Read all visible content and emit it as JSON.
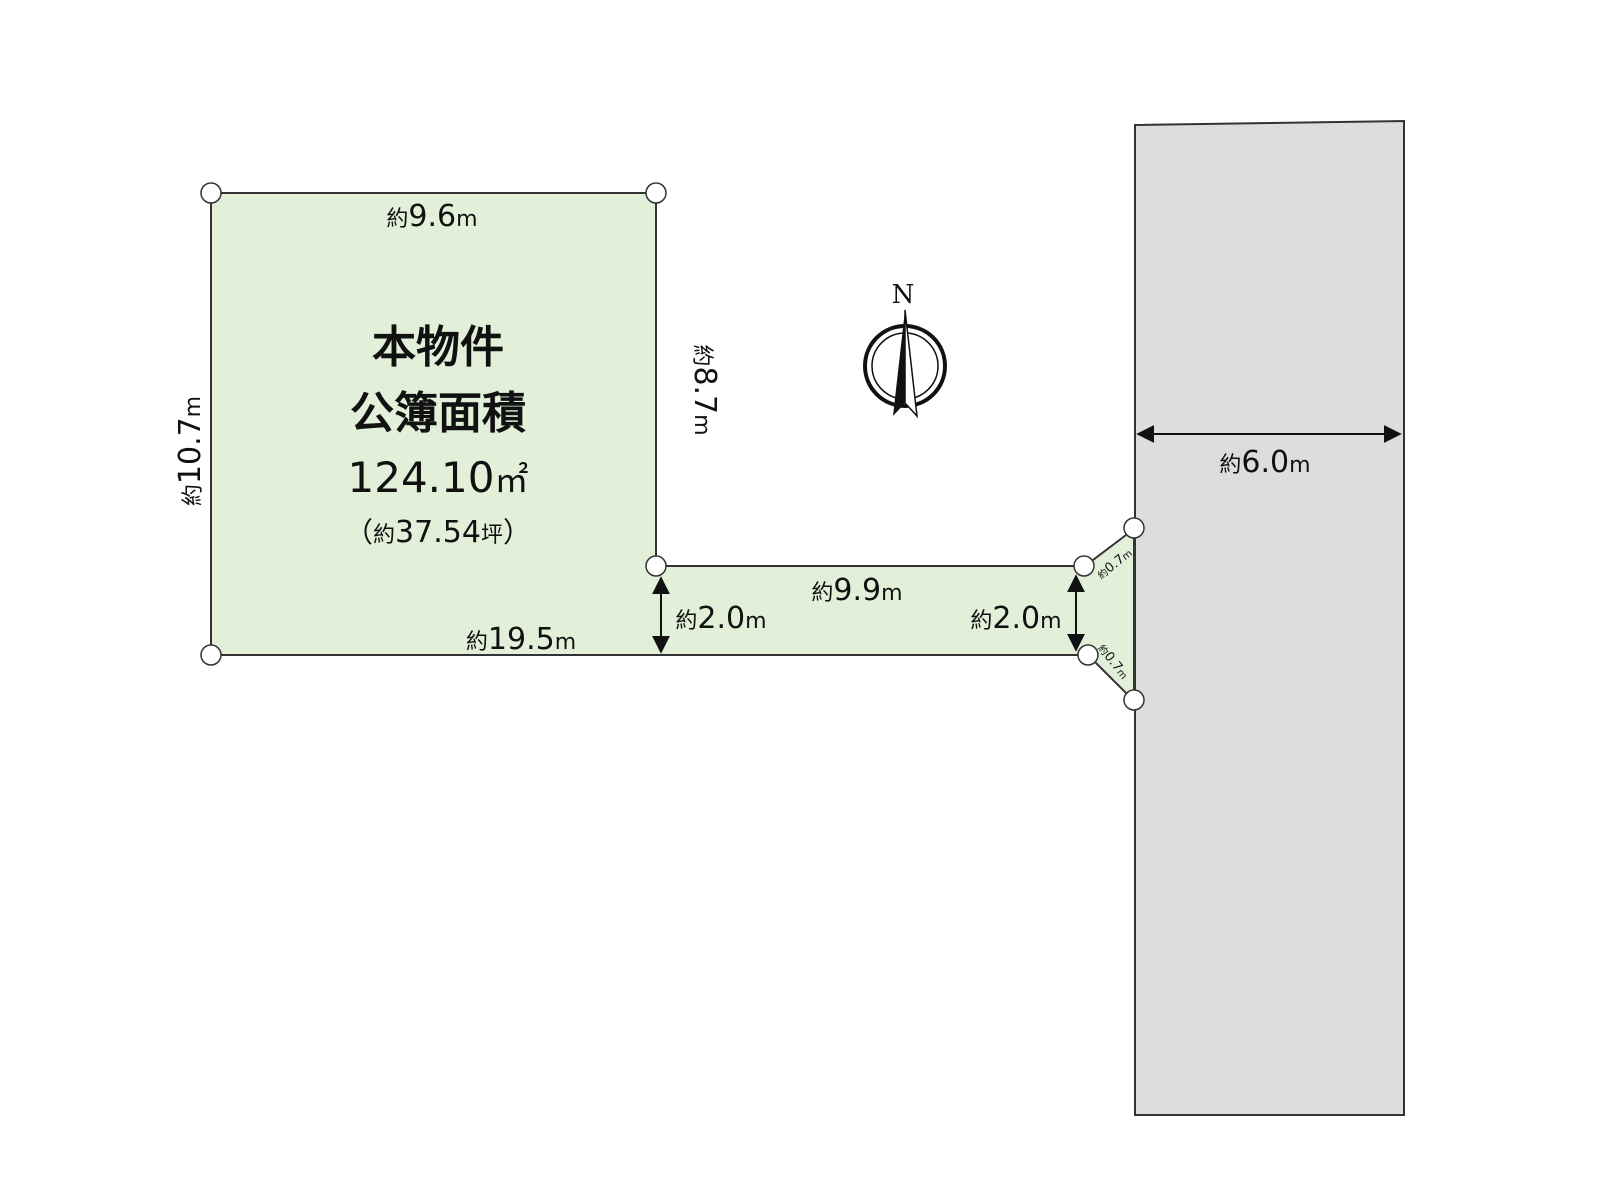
{
  "colors": {
    "lot_fill": "#e2efd9",
    "lot_stroke": "#333333",
    "road_fill": "#dcdddd",
    "road_stroke": "#333333"
  },
  "lot": {
    "name": "本物件",
    "area_label": "公簿面積",
    "area_value": "124.10",
    "area_unit": "㎡",
    "tsubo_open": "（",
    "tsubo_prefix": "約",
    "tsubo_value": "37.54",
    "tsubo_unit": "坪",
    "tsubo_close": "）"
  },
  "dimensions": {
    "top": {
      "prefix": "約",
      "value": "9.6",
      "unit": "m"
    },
    "left": {
      "prefix": "約",
      "value": "10.7",
      "unit": "m"
    },
    "inner_right": {
      "prefix": "約",
      "value": "8.7",
      "unit": "m"
    },
    "bottom": {
      "prefix": "約",
      "value": "19.5",
      "unit": "m"
    },
    "passage_length": {
      "prefix": "約",
      "value": "9.9",
      "unit": "m"
    },
    "passage_width_left": {
      "prefix": "約",
      "value": "2.0",
      "unit": "m"
    },
    "passage_width_right": {
      "prefix": "約",
      "value": "2.0",
      "unit": "m"
    },
    "corner_cut_top": {
      "prefix": "約",
      "value": "0.7",
      "unit": "m"
    },
    "corner_cut_bottom": {
      "prefix": "約",
      "value": "0.7",
      "unit": "m"
    },
    "road_width": {
      "prefix": "約",
      "value": "6.0",
      "unit": "m"
    }
  },
  "compass": {
    "label": "N",
    "icon": "north-arrow-icon"
  }
}
